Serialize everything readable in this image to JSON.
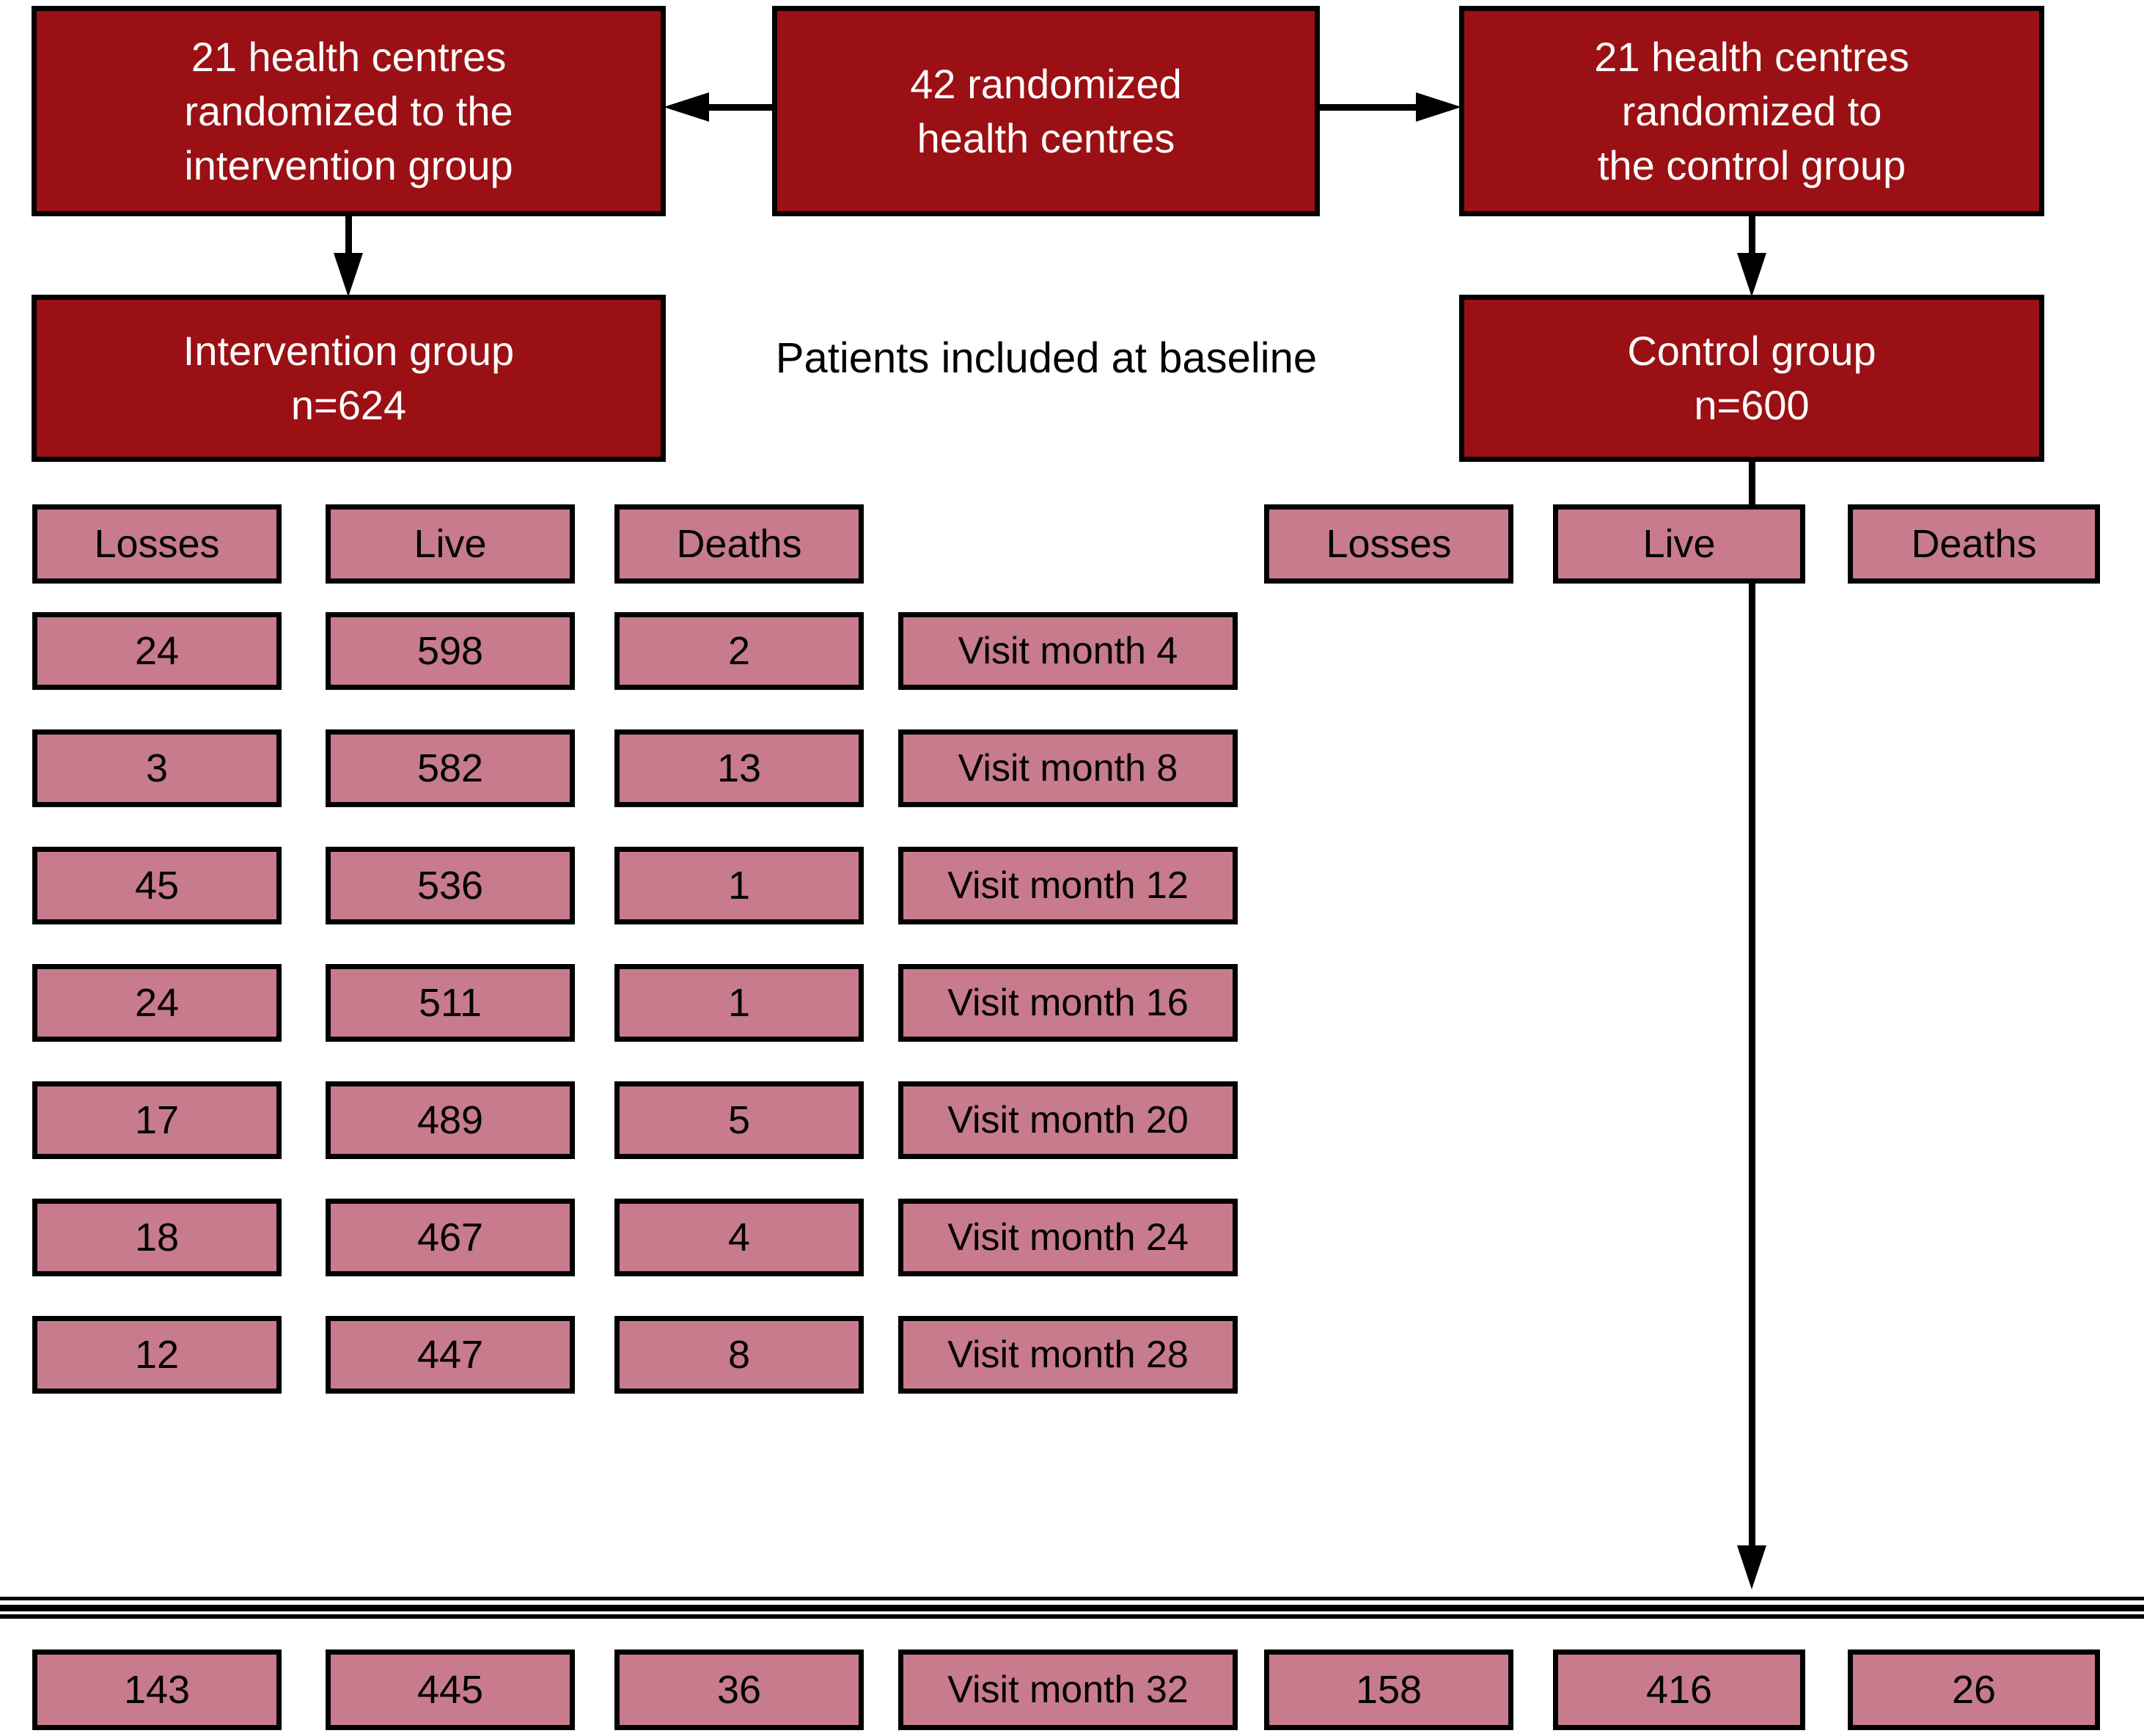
{
  "colors": {
    "dark_red": "#9b1014",
    "pink": "#c77b8c",
    "line": "#000000"
  },
  "top_boxes": [
    {
      "lines": [
        "21 health centres",
        "randomized to the",
        "intervention group"
      ]
    },
    {
      "lines": [
        "42 randomized",
        "health centres"
      ]
    },
    {
      "lines": [
        "21 health centres",
        "randomized to",
        "the control group"
      ]
    }
  ],
  "baseline_label": "Patients included at baseline",
  "group_boxes": [
    {
      "lines": [
        "Intervention group",
        "n=624"
      ]
    },
    {
      "lines": [
        "Control group",
        "n=600"
      ]
    }
  ],
  "left_headers": [
    "Losses",
    "Live",
    "Deaths"
  ],
  "right_headers": [
    "Losses",
    "Live",
    "Deaths"
  ],
  "visit_rows": [
    {
      "losses": "24",
      "live": "598",
      "deaths": "2",
      "visit": "Visit month 4"
    },
    {
      "losses": "3",
      "live": "582",
      "deaths": "13",
      "visit": "Visit month 8"
    },
    {
      "losses": "45",
      "live": "536",
      "deaths": "1",
      "visit": "Visit month 12"
    },
    {
      "losses": "24",
      "live": "511",
      "deaths": "1",
      "visit": "Visit month 16"
    },
    {
      "losses": "17",
      "live": "489",
      "deaths": "5",
      "visit": "Visit month 20"
    },
    {
      "losses": "18",
      "live": "467",
      "deaths": "4",
      "visit": "Visit month 24"
    },
    {
      "losses": "12",
      "live": "447",
      "deaths": "8",
      "visit": "Visit month 28"
    }
  ],
  "final_row": {
    "losses": "143",
    "live": "445",
    "deaths": "36",
    "visit": "Visit month 32",
    "control_losses": "158",
    "control_live": "416",
    "control_deaths": "26"
  }
}
